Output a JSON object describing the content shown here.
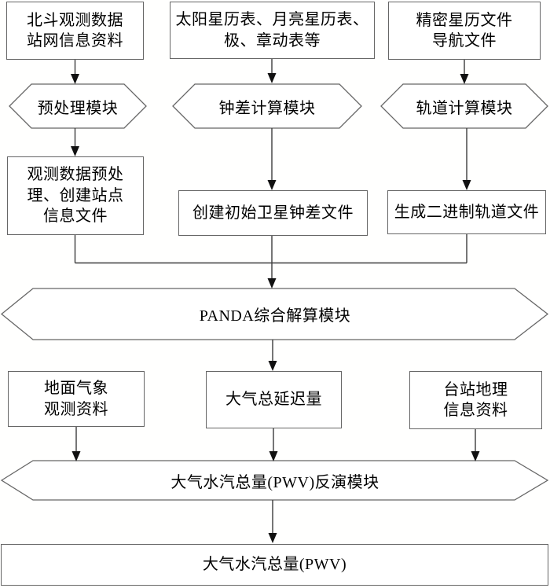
{
  "diagram": {
    "type": "flowchart",
    "description": "BDS/GNSS PWV retrieval data-processing flowchart",
    "colors": {
      "background": "#fffffe",
      "node_fill": "#ffffff",
      "node_border": "#666666",
      "line": "#3c3c3c",
      "arrowhead": "#111111",
      "text": "#000000"
    },
    "nodes": {
      "box_beidou": {
        "shape": "rect",
        "label": "北斗观测数据\n站网信息资料"
      },
      "box_ephemeris": {
        "shape": "rect",
        "label": "太阳星历表、月亮星历表、\n极、章动表等"
      },
      "box_precise": {
        "shape": "rect",
        "label": "精密星历文件\n导航文件"
      },
      "hex_preprocess": {
        "shape": "hexagon",
        "label": "预处理模块"
      },
      "hex_clock": {
        "shape": "hexagon",
        "label": "钟差计算模块"
      },
      "hex_orbit": {
        "shape": "hexagon",
        "label": "轨道计算模块"
      },
      "box_obs_preprocess": {
        "shape": "rect",
        "label": "观测数据预处\n理、创建站点\n信息文件"
      },
      "box_clock_file": {
        "shape": "rect",
        "label": "创建初始卫星钟差文件"
      },
      "box_orbit_file": {
        "shape": "rect",
        "label": "生成二进制轨道文件"
      },
      "hex_panda": {
        "shape": "hexagon",
        "label": "PANDA综合解算模块"
      },
      "box_meteo": {
        "shape": "rect",
        "label": "地面气象\n观测资料"
      },
      "box_delay": {
        "shape": "rect",
        "label": "大气总延迟量"
      },
      "box_station": {
        "shape": "rect",
        "label": "台站地理\n信息资料"
      },
      "hex_pwv_inverse": {
        "shape": "hexagon",
        "label": "大气水汽总量(PWV)反演模块"
      },
      "box_pwv": {
        "shape": "rect",
        "label": "大气水汽总量(PWV)"
      }
    },
    "edges": [
      {
        "from": "box_beidou",
        "to": "hex_preprocess"
      },
      {
        "from": "box_ephemeris",
        "to": "hex_clock"
      },
      {
        "from": "box_precise",
        "to": "hex_orbit"
      },
      {
        "from": "hex_preprocess",
        "to": "box_obs_preprocess"
      },
      {
        "from": "hex_clock",
        "to": "box_clock_file"
      },
      {
        "from": "hex_orbit",
        "to": "box_orbit_file"
      },
      {
        "from": "box_obs_preprocess",
        "to": "hex_panda"
      },
      {
        "from": "box_clock_file",
        "to": "hex_panda"
      },
      {
        "from": "box_orbit_file",
        "to": "hex_panda"
      },
      {
        "from": "hex_panda",
        "to": "box_delay"
      },
      {
        "from": "box_meteo",
        "to": "hex_pwv_inverse"
      },
      {
        "from": "box_delay",
        "to": "hex_pwv_inverse"
      },
      {
        "from": "box_station",
        "to": "hex_pwv_inverse"
      },
      {
        "from": "hex_pwv_inverse",
        "to": "box_pwv"
      }
    ]
  }
}
